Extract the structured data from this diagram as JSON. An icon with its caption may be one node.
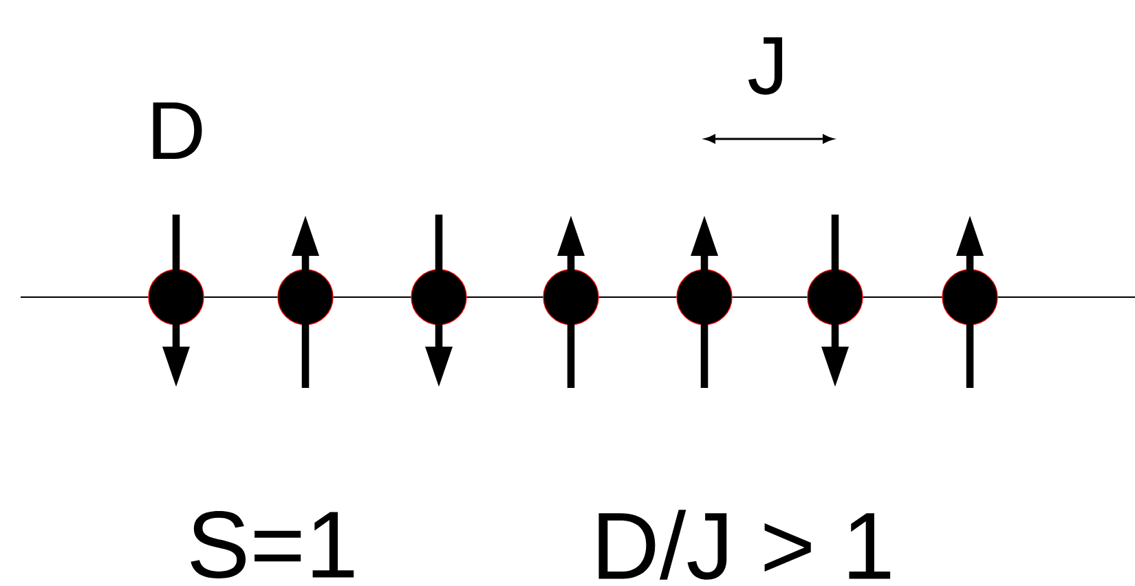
{
  "diagram": {
    "nodes": [
      {
        "text": [],
        "shape": "circle"
      },
      {
        "text": [],
        "shape": "circle"
      },
      {
        "text": [],
        "shape": "circle"
      },
      {
        "text": [],
        "shape": "circle"
      },
      {
        "text": [],
        "shape": "circle"
      },
      {
        "text": [],
        "shape": "circle"
      },
      {
        "text": [],
        "shape": "circle"
      }
    ],
    "edges": [
      {
        "from": null,
        "to": 0,
        "arrow": "none"
      },
      {
        "from": 0,
        "to": 1,
        "arrow": "none"
      },
      {
        "from": 1,
        "to": 2,
        "arrow": "none"
      },
      {
        "from": 2,
        "to": 3,
        "arrow": "none"
      },
      {
        "from": 3,
        "to": 4,
        "arrow": "none"
      },
      {
        "from": 4,
        "to": 5,
        "arrow": "none"
      },
      {
        "from": 5,
        "to": 6,
        "arrow": "none"
      },
      {
        "from": 6,
        "to": null,
        "arrow": "none"
      }
    ],
    "labels": [
      "D",
      "J",
      "S=1",
      "D/J > 1"
    ]
  }
}
